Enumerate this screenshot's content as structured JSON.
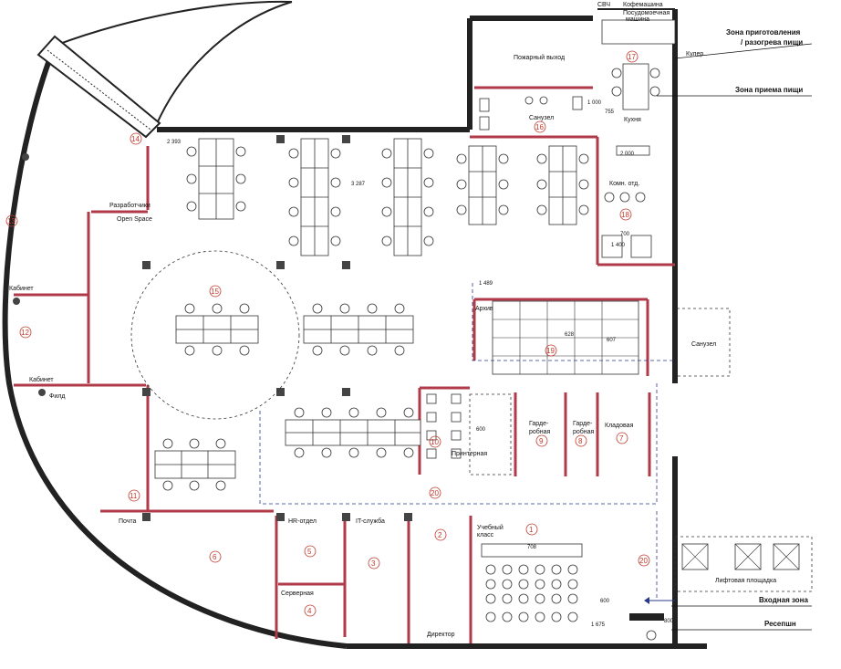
{
  "rooms": {
    "fire_exit": "Пожарный выход",
    "microwave": "СВЧ",
    "coffee_machine": "Кофемашина",
    "dishwasher_1": "Посудомоечная",
    "dishwasher_2": "машина",
    "cooler": "Кулер",
    "sanuzel_top": "Санузел",
    "kitchen": "Кухня",
    "meeting": "Комн. отд.",
    "developers": "Разработчики",
    "open_space": "Open Space",
    "cabinet_1": "Кабинет",
    "cabinet_2": "Кабинет",
    "field": "Филд",
    "archive": "Архив",
    "sanuzel_right": "Санузел",
    "printer_room": "Принтерная",
    "wardrobe_a_1": "Гарде-",
    "wardrobe_a_2": "робная",
    "wardrobe_b_1": "Гарде-",
    "wardrobe_b_2": "робная",
    "storage": "Кладовая",
    "mail": "Почта",
    "hr": "HR-отдел",
    "it": "IT-служба",
    "server": "Серверная",
    "classroom_1": "Учебный",
    "classroom_2": "класс",
    "director": "Директор",
    "lift_area": "Лифтовая площадка"
  },
  "zones": {
    "food_prep_1": "Зона приготовления",
    "food_prep_2": "/ разогрева пищи",
    "food_intake": "Зона приема пищи",
    "entrance": "Входная зона",
    "reception": "Ресепшн"
  },
  "numbers": {
    "n1": "1",
    "n2": "2",
    "n3": "3",
    "n4": "4",
    "n5": "5",
    "n6": "6",
    "n7": "7",
    "n8": "8",
    "n9": "9",
    "n10": "10",
    "n11": "11",
    "n12": "12",
    "n13": "13",
    "n14": "14",
    "n15": "15",
    "n16": "16",
    "n17": "17",
    "n18": "18",
    "n19": "19",
    "n20a": "20",
    "n20b": "20"
  },
  "dimensions": {
    "d2393": "2 393",
    "d3287": "3 287",
    "d2000": "2 000",
    "d1000": "1 000",
    "d755": "755",
    "d700": "700",
    "d1400": "1 400",
    "d1489": "1 489",
    "d628": "628",
    "d607": "607",
    "d600a": "600",
    "d708": "708",
    "d600b": "600",
    "d1675": "1 675",
    "d800": "800"
  },
  "colors": {
    "wall": "#222222",
    "partition": "#b03a48",
    "room_number": "#c0392b",
    "route": "#2a3a8a"
  }
}
